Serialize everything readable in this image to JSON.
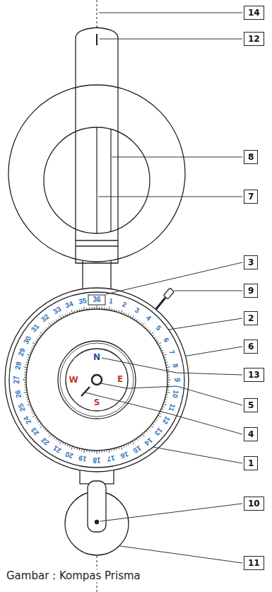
{
  "diagram": {
    "caption": "Gambar : Kompas Prisma",
    "nodes": [
      {
        "text": [
          "14"
        ]
      },
      {
        "text": [
          "12"
        ]
      },
      {
        "text": [
          "8"
        ]
      },
      {
        "text": [
          "7"
        ]
      },
      {
        "text": [
          "3"
        ]
      },
      {
        "text": [
          "9"
        ]
      },
      {
        "text": [
          "2"
        ]
      },
      {
        "text": [
          "6"
        ]
      },
      {
        "text": [
          "13"
        ]
      },
      {
        "text": [
          "5"
        ]
      },
      {
        "text": [
          "4"
        ]
      },
      {
        "text": [
          "1"
        ]
      },
      {
        "text": [
          "10"
        ]
      },
      {
        "text": [
          "11"
        ]
      }
    ],
    "labels": [
      "1",
      "2",
      "3",
      "4",
      "5",
      "6",
      "7",
      "8",
      "9",
      "10",
      "11",
      "12",
      "13",
      "14",
      "15",
      "16",
      "17",
      "18",
      "19",
      "20",
      "21",
      "22",
      "23",
      "24",
      "25",
      "26",
      "27",
      "28",
      "29",
      "30",
      "31",
      "32",
      "33",
      "34",
      "35",
      "36",
      "N",
      "E",
      "S",
      "W"
    ]
  }
}
